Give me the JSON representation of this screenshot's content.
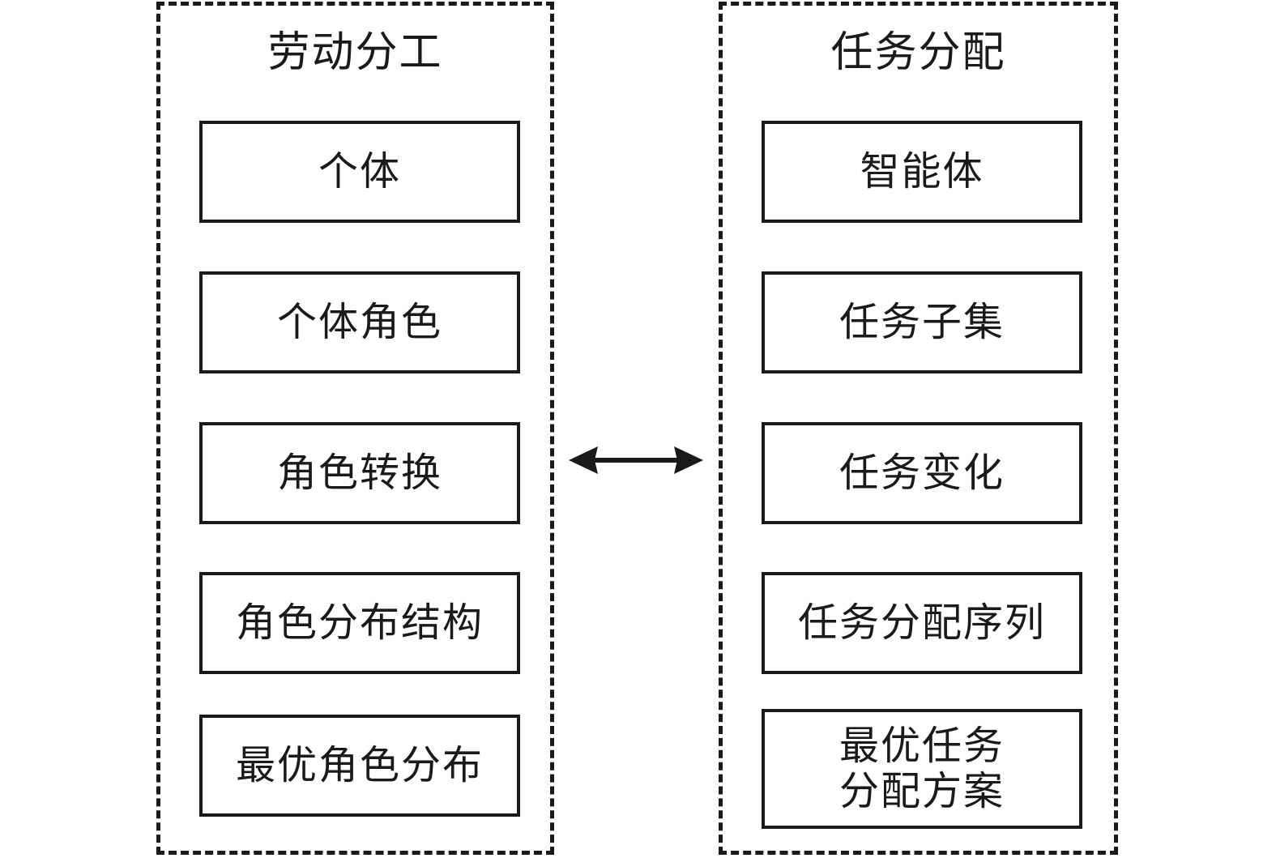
{
  "diagram": {
    "type": "two-column-correspondence",
    "relation_icon": "double-headed-arrow",
    "columns": [
      {
        "id": "left",
        "title": "劳动分工",
        "nodes": [
          {
            "label": "个体"
          },
          {
            "label": "个体角色"
          },
          {
            "label": "角色转换"
          },
          {
            "label": "角色分布结构"
          },
          {
            "label": "最优角色分布"
          }
        ]
      },
      {
        "id": "right",
        "title": "任务分配",
        "nodes": [
          {
            "label": "智能体"
          },
          {
            "label": "任务子集"
          },
          {
            "label": "任务变化"
          },
          {
            "label": "任务分配序列"
          },
          {
            "label": "最优任务\n分配方案"
          }
        ]
      }
    ],
    "colors": {
      "ink": "#1a1a1a",
      "background": "#ffffff"
    }
  }
}
